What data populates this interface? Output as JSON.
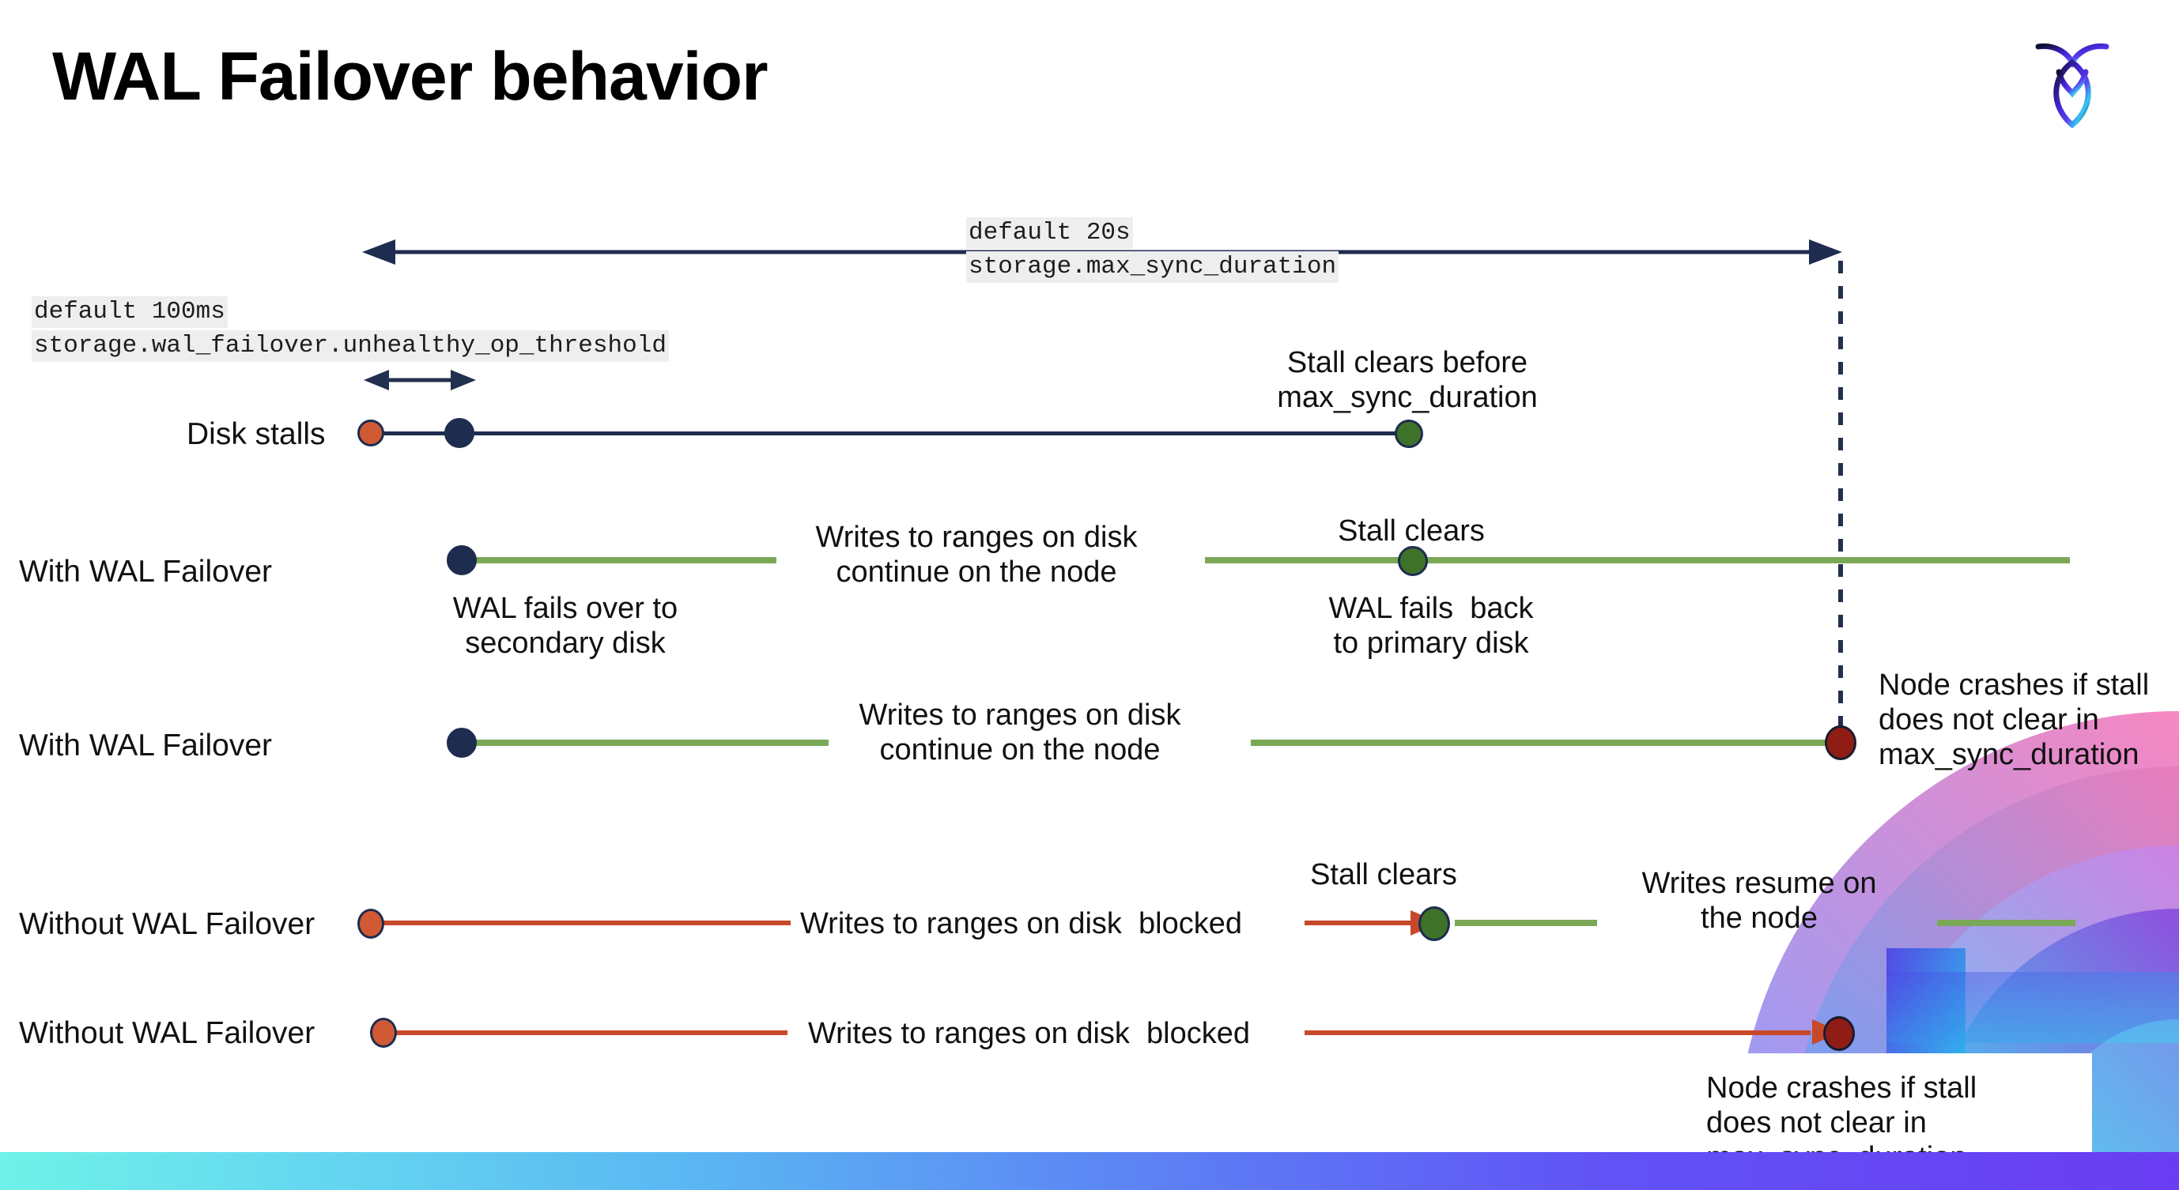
{
  "slide": {
    "title": "WAL Failover behavior",
    "logo_name": "cockroachdb-logo"
  },
  "annotations": {
    "max_sync": {
      "default": "default 20s",
      "setting": "storage.max_sync_duration"
    },
    "unhealthy_op": {
      "default": "default 100ms",
      "setting": "storage.wal_failover.unhealthy_op_threshold"
    }
  },
  "rows": [
    {
      "id": "disk-stalls",
      "label": "Disk stalls",
      "callouts": [
        {
          "id": "stall-clears-before",
          "text": "Stall clears before\nmax_sync_duration"
        }
      ]
    },
    {
      "id": "with-wal-failover-1",
      "label": "With WAL Failover",
      "callouts": [
        {
          "id": "writes-continue-1",
          "text": "Writes to ranges on disk\ncontinue on the node"
        },
        {
          "id": "stall-clears-1",
          "text": "Stall clears"
        },
        {
          "id": "wal-fails-over",
          "text": "WAL fails over to\nsecondary disk"
        },
        {
          "id": "wal-fails-back",
          "text": "WAL fails  back\nto primary disk"
        }
      ]
    },
    {
      "id": "with-wal-failover-2",
      "label": "With WAL Failover",
      "callouts": [
        {
          "id": "writes-continue-2",
          "text": "Writes to ranges on disk\ncontinue on the node"
        },
        {
          "id": "node-crashes-1",
          "text": "Node crashes if stall\ndoes not clear in\nmax_sync_duration"
        }
      ]
    },
    {
      "id": "without-wal-failover-1",
      "label": "Without WAL Failover",
      "callouts": [
        {
          "id": "writes-blocked-1",
          "text": "Writes to ranges on disk  blocked"
        },
        {
          "id": "stall-clears-2",
          "text": "Stall clears"
        },
        {
          "id": "writes-resume",
          "text": "Writes resume on\nthe node"
        }
      ]
    },
    {
      "id": "without-wal-failover-2",
      "label": "Without WAL Failover",
      "callouts": [
        {
          "id": "writes-blocked-2",
          "text": "Writes to ranges on disk  blocked"
        },
        {
          "id": "node-crashes-2",
          "text": "Node crashes if stall\ndoes not clear in\nmax_sync_duration"
        }
      ]
    }
  ],
  "colors": {
    "navy": "#1e2c4f",
    "green_line": "#7aa857",
    "green_dot": "#3f7229",
    "red_line": "#c8492a",
    "orange_dot": "#cf5a34",
    "dark_red_dot": "#8f1d16",
    "chip_bg": "#eeeeee",
    "bar_start": "#6ff2e8",
    "bar_end": "#6a3df2"
  }
}
